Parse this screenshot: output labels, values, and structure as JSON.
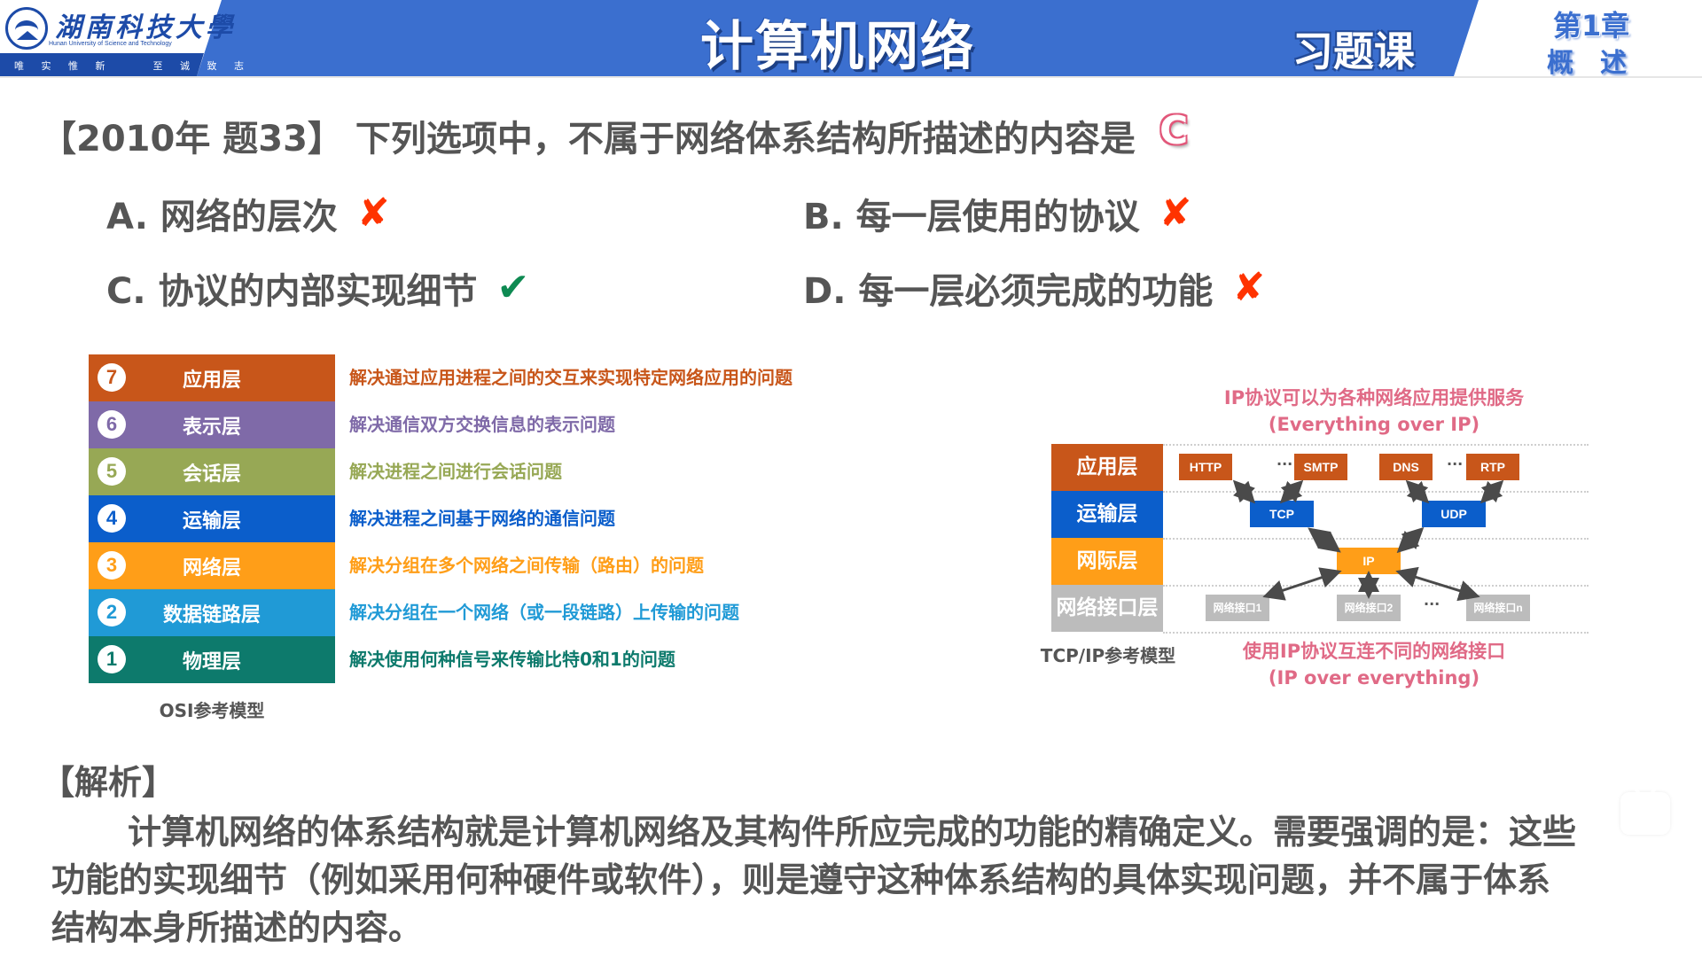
{
  "header": {
    "logo": {
      "name_cn": "湖南科技大學",
      "name_en": "Hunan University of Science and Technology",
      "motto": "唯 实 惟 新    至 诚 致 志"
    },
    "title": "计算机网络",
    "lesson_type": "习题课",
    "chapter_number": "第1章",
    "chapter_name": "概述",
    "colors": {
      "band": "#3b6fcf",
      "logo_blue": "#1d4ba8"
    }
  },
  "question": {
    "text": "【2010年 题33】 下列选项中，不属于网络体系结构所描述的内容是",
    "answer": "C",
    "options": [
      {
        "label": "A. 网络的层次",
        "correct": false,
        "mark": "✘"
      },
      {
        "label": "B. 每一层使用的协议",
        "correct": false,
        "mark": "✘"
      },
      {
        "label": "C. 协议的内部实现细节",
        "correct": true,
        "mark": "✔"
      },
      {
        "label": "D. 每一层必须完成的功能",
        "correct": false,
        "mark": "✘"
      }
    ]
  },
  "osi_model": {
    "caption": "OSI参考模型",
    "layers": [
      {
        "num": "7",
        "name": "应用层",
        "color": "#c8561a",
        "desc": "解决通过应用进程之间的交互来实现特定网络应用的问题"
      },
      {
        "num": "6",
        "name": "表示层",
        "color": "#7f6aa8",
        "desc": "解决通信双方交换信息的表示问题"
      },
      {
        "num": "5",
        "name": "会话层",
        "color": "#97a855",
        "desc": "解决进程之间进行会话问题"
      },
      {
        "num": "4",
        "name": "运输层",
        "color": "#0b5ecb",
        "desc": "解决进程之间基于网络的通信问题"
      },
      {
        "num": "3",
        "name": "网络层",
        "color": "#ff9e18",
        "desc": "解决分组在多个网络之间传输（路由）的问题"
      },
      {
        "num": "2",
        "name": "数据链路层",
        "color": "#209ad6",
        "desc": "解决分组在一个网络（或一段链路）上传输的问题"
      },
      {
        "num": "1",
        "name": "物理层",
        "color": "#0d7a6c",
        "desc": "解决使用何种信号来传输比特0和1的问题"
      }
    ]
  },
  "tcpip_model": {
    "caption": "TCP/IP参考模型",
    "note_top": [
      "IP协议可以为各种网络应用提供服务",
      "(Everything over IP)"
    ],
    "note_bottom": [
      "使用IP协议互连不同的网络接口",
      "(IP over everything)"
    ],
    "layers": [
      {
        "name": "应用层",
        "color": "#c8561a"
      },
      {
        "name": "运输层",
        "color": "#0b5ecb"
      },
      {
        "name": "网际层",
        "color": "#ff9e18"
      },
      {
        "name": "网络接口层",
        "color": "#bcbcbc"
      }
    ],
    "protocols": {
      "application": [
        "HTTP",
        "SMTP",
        "DNS",
        "RTP"
      ],
      "transport": [
        "TCP",
        "UDP"
      ],
      "internet": [
        "IP"
      ],
      "interfaces": [
        "网络接口1",
        "网络接口2",
        "网络接口n"
      ]
    },
    "ellipsis": "···"
  },
  "analysis": {
    "title": "【解析】",
    "lines": [
      "计算机网络的体系结构就是计算机网络及其构件所应完成的功能的精确定义。需要强调的是：这些",
      "功能的实现细节（例如采用何种硬件或软件），则是遵守这种体系结构的具体实现问题，并不属于体系",
      "结构本身所描述的内容。"
    ]
  }
}
